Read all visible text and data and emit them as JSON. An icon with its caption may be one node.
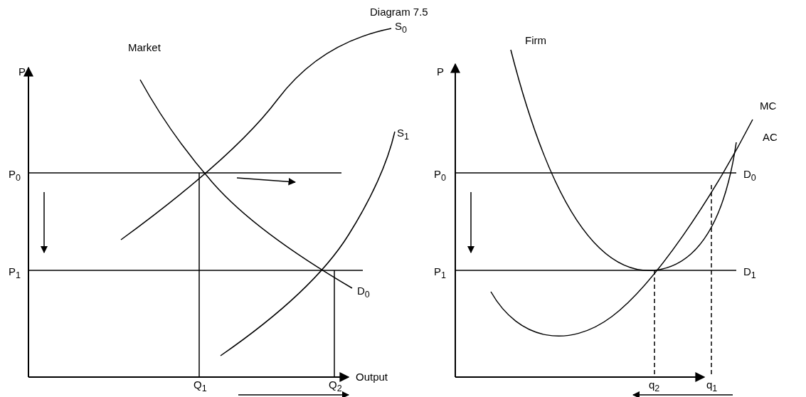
{
  "diagram": {
    "title": "Diagram 7.5",
    "labels": [
      "Market",
      "S$_{0}$",
      "P",
      "S$_{1}$",
      "P$_{0}$",
      "P$_{1}$",
      "D$_{0}$",
      "Q$_{1}$",
      "Q$_{2}$",
      "Output",
      "Firm",
      "P",
      "MC",
      "AC",
      "P$_{0}$",
      "D$_{0}$",
      "P$_{1}$",
      "D$_{1}$",
      "q$_{2}$",
      "q$_{1}$"
    ]
  }
}
